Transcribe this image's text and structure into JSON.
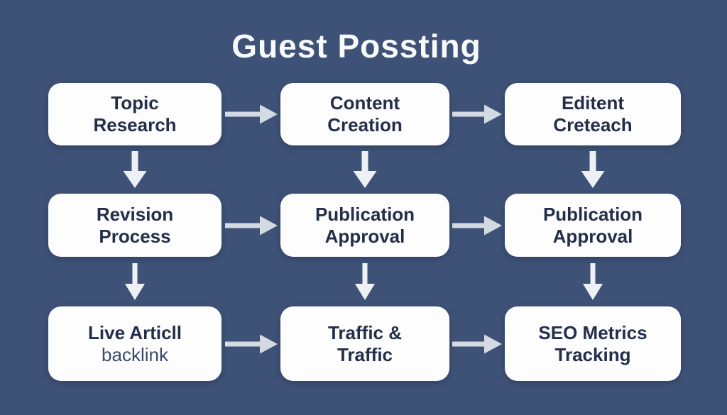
{
  "title": "Guest Possting",
  "colors": {
    "background": "#3e5277",
    "box_fill": "#fdfdfe",
    "box_text": "#242e48",
    "box_text_secondary": "#3c4a66",
    "arrow_horizontal": "#d4dae2",
    "arrow_vertical": "#edf0f4",
    "title_color": "#f7f9fb"
  },
  "flow": {
    "rows": [
      {
        "cells": [
          {
            "line1": "Topic",
            "line2": "Research"
          },
          {
            "line1": "Content",
            "line2": "Creation"
          },
          {
            "line1": "Editent",
            "line2": "Creteach"
          }
        ]
      },
      {
        "cells": [
          {
            "line1": "Revision",
            "line2": "Process"
          },
          {
            "line1": "Publication",
            "line2": "Approval"
          },
          {
            "line1": "Publication",
            "line2": "Approval"
          }
        ]
      },
      {
        "cells": [
          {
            "line1": "Live Articll",
            "line2": "backlink"
          },
          {
            "line1": "Traffic &",
            "line2": "Traffic"
          },
          {
            "line1": "SEO Metrics",
            "line2": "Tracking"
          }
        ]
      }
    ]
  }
}
